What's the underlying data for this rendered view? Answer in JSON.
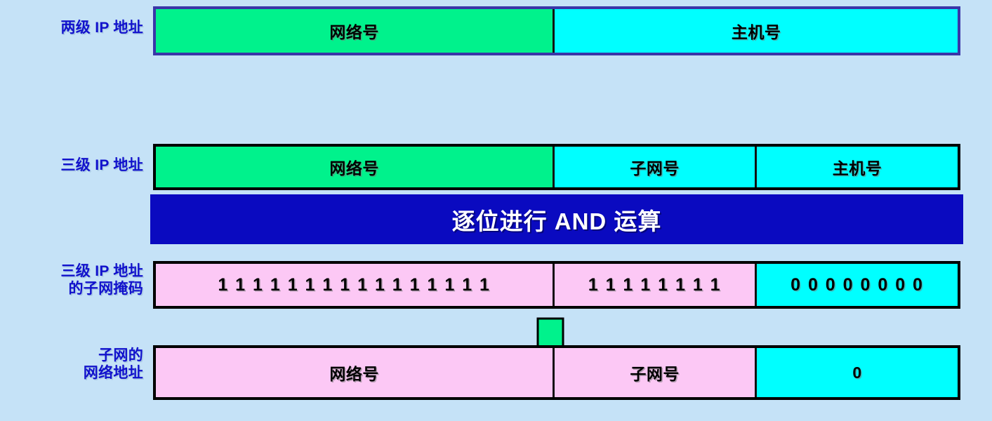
{
  "diagram": {
    "title": "IP address subnetting with subnet mask AND operation",
    "background_color": "#c5e2f7",
    "label_color": "#1111cc",
    "colors": {
      "network_green": "#00f28c",
      "host_cyan": "#00ffff",
      "mask_pink": "#fcc8f5",
      "and_band_blue": "#0a0ac0",
      "outline_purple": "#3a36a8",
      "outline_black": "#000000"
    }
  },
  "rows": {
    "two_level": {
      "label": "两级 IP 地址",
      "cells": [
        {
          "text": "网络号",
          "color": "#00f28c"
        },
        {
          "text": "主机号",
          "color": "#00ffff"
        }
      ]
    },
    "three_level": {
      "label": "三级 IP 地址",
      "cells": [
        {
          "text": "网络号",
          "color": "#00f28c"
        },
        {
          "text": "子网号",
          "color": "#00ffff"
        },
        {
          "text": "主机号",
          "color": "#00ffff"
        }
      ]
    },
    "and_band": {
      "text": "逐位进行 AND 运算"
    },
    "subnet_mask": {
      "label": "三级 IP 地址\n的子网掩码",
      "cells": [
        {
          "text": "1 1 1 1 1 1 1 1 1 1 1 1 1 1 1 1",
          "bits": 16,
          "bit_value": "1",
          "color": "#fcc8f5"
        },
        {
          "text": "1 1 1 1 1 1 1 1",
          "bits": 8,
          "bit_value": "1",
          "color": "#fcc8f5"
        },
        {
          "text": "0 0 0 0 0 0 0 0",
          "bits": 8,
          "bit_value": "0",
          "color": "#00ffff"
        }
      ]
    },
    "subnet_address": {
      "label": "子网的\n网络地址",
      "cells": [
        {
          "text": "网络号",
          "color": "#fcc8f5"
        },
        {
          "text": "子网号",
          "color": "#fcc8f5"
        },
        {
          "text": "0",
          "color": "#00ffff"
        }
      ]
    }
  },
  "arrow": {
    "name": "down-arrow",
    "color": "#00f28c"
  }
}
